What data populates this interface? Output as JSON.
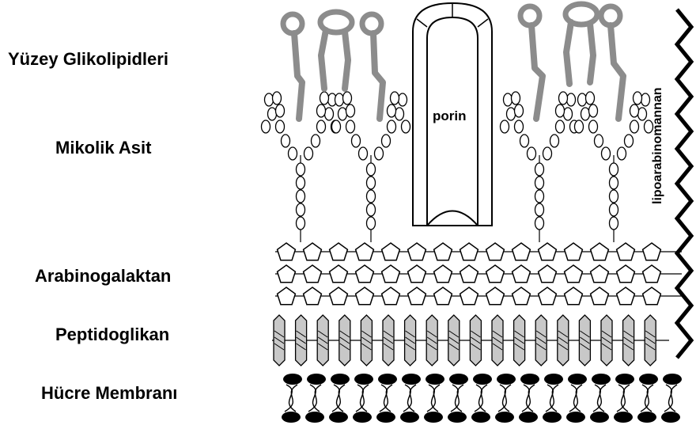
{
  "labels": {
    "surface_glycolipids": "Yüzey Glikolipidleri",
    "mycolic_acid": "Mikolik Asit",
    "arabinogalactan": "Arabinogalaktan",
    "peptidoglycan": "Peptidoglikan",
    "cell_membrane": "Hücre Membranı"
  },
  "porin_label": "porin",
  "lam_label": "lipoarabinomannan",
  "colors": {
    "glycolipid": "#8c8c8c",
    "peptidoglycan_fill": "#c8c8c8",
    "outline": "#000000",
    "background": "#ffffff"
  }
}
